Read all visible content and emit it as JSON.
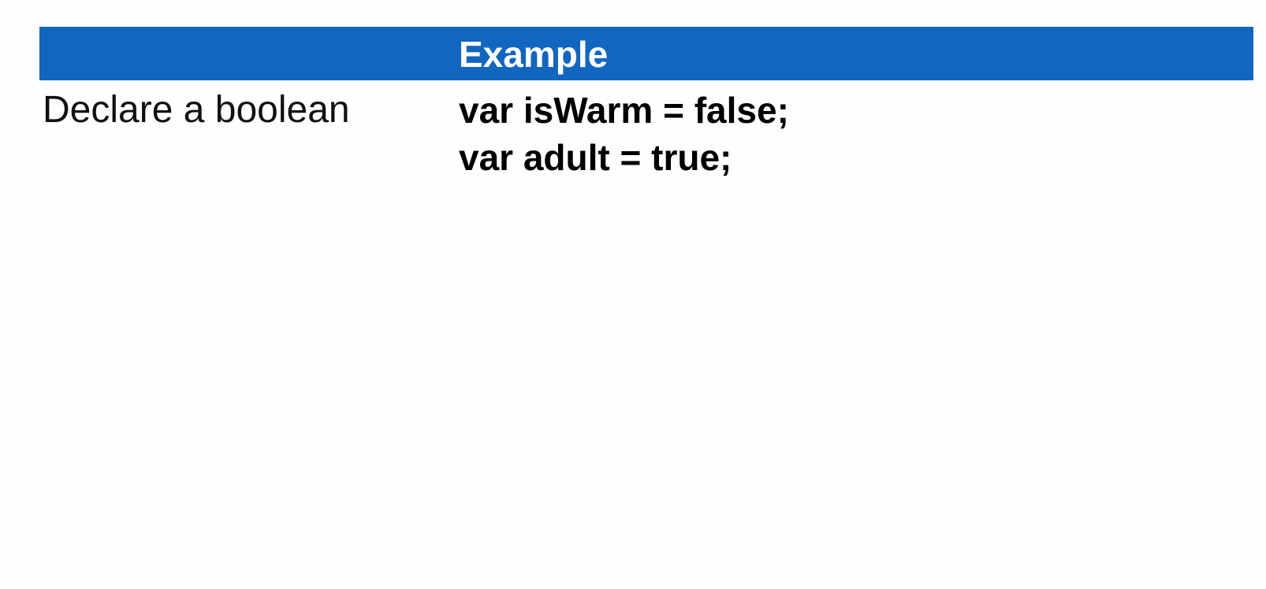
{
  "table": {
    "header": {
      "col1": "",
      "col2": "Example"
    },
    "rows": [
      {
        "label": "Declare a boolean",
        "code": [
          "var isWarm = false;",
          "var adult = true;"
        ]
      }
    ]
  },
  "colors": {
    "header_background": "#1266bf",
    "header_text": "#ffffff",
    "body_text": "#000000",
    "page_background": "#fdfdfd"
  }
}
